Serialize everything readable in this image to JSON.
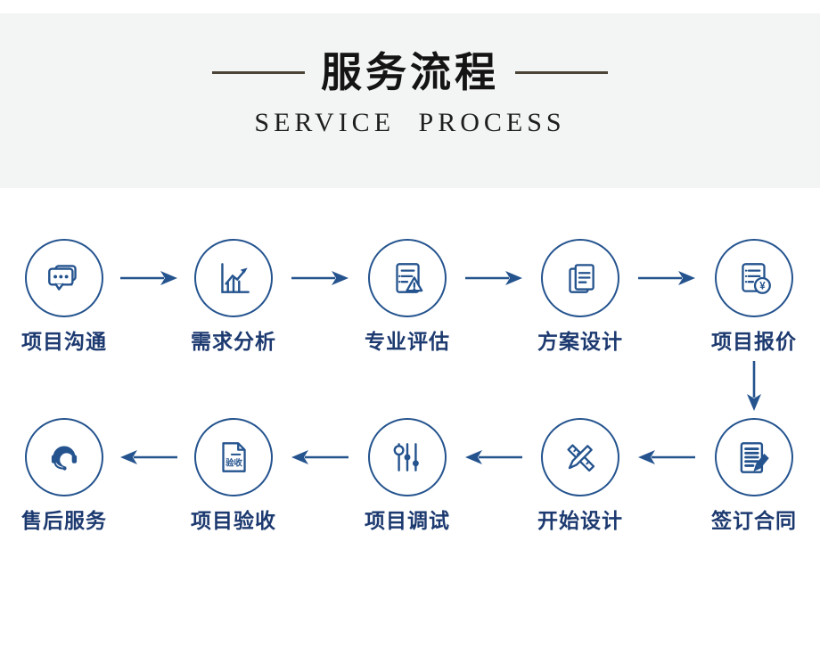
{
  "page": {
    "bg": "#FFFFFF",
    "band_bg": "#F3F4F4"
  },
  "colors": {
    "accent": "#24538E",
    "label": "#1D3A70"
  },
  "header": {
    "title": "服务流程",
    "subtitle": "SERVICE PROCESS",
    "title_color": "#141414",
    "line_color": "#4A4336"
  },
  "flow": {
    "row1_direction": "right",
    "row2_direction": "left",
    "row1": [
      {
        "label": "项目沟通",
        "icon": "chat-icon"
      },
      {
        "label": "需求分析",
        "icon": "bar-chart-icon"
      },
      {
        "label": "专业评估",
        "icon": "document-warning-icon"
      },
      {
        "label": "方案设计",
        "icon": "documents-icon"
      },
      {
        "label": "项目报价",
        "icon": "document-price-icon",
        "currency": "¥"
      }
    ],
    "row2": [
      {
        "label": "售后服务",
        "icon": "headset-icon"
      },
      {
        "label": "项目验收",
        "icon": "acceptance-document-icon",
        "badge": "验收"
      },
      {
        "label": "项目调试",
        "icon": "sliders-icon"
      },
      {
        "label": "开始设计",
        "icon": "pencil-ruler-icon"
      },
      {
        "label": "签订合同",
        "icon": "contract-pen-icon"
      }
    ]
  }
}
